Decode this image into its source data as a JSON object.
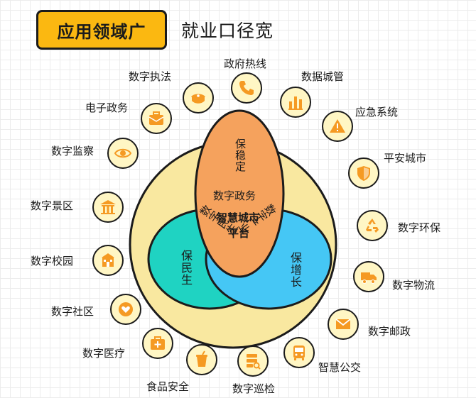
{
  "header": {
    "highlight_title": "应用领域广",
    "subtitle": "就业口径宽"
  },
  "colors": {
    "accent": "#fbb811",
    "big_circle": "#f9e8a0",
    "top_ellipse": "#f5a25d",
    "left_ellipse": "#1fd3c2",
    "right_ellipse": "#45c7f5",
    "icon_orange": "#f59a23"
  },
  "venn": {
    "top_label": "保稳定",
    "left_label": "保民生",
    "right_label": "保增长",
    "top_inner": "数字政务",
    "left_inner": "数字民生",
    "right_inner": "数字产业",
    "center_line1": "智慧城市",
    "center_line2": "平台"
  },
  "applications": [
    {
      "label": "政府热线",
      "icon": "phone-icon"
    },
    {
      "label": "数据城管",
      "icon": "bar-chart-icon"
    },
    {
      "label": "应急系统",
      "icon": "warning-icon"
    },
    {
      "label": "平安城市",
      "icon": "shield-icon"
    },
    {
      "label": "数字环保",
      "icon": "recycle-icon"
    },
    {
      "label": "数字物流",
      "icon": "truck-icon"
    },
    {
      "label": "数字邮政",
      "icon": "mail-icon"
    },
    {
      "label": "智慧公交",
      "icon": "bus-icon"
    },
    {
      "label": "数字巡检",
      "icon": "inspection-icon"
    },
    {
      "label": "食品安全",
      "icon": "drink-icon"
    },
    {
      "label": "数字医疗",
      "icon": "medical-kit-icon"
    },
    {
      "label": "数字社区",
      "icon": "heart-chat-icon"
    },
    {
      "label": "数字校园",
      "icon": "school-icon"
    },
    {
      "label": "数字景区",
      "icon": "temple-icon"
    },
    {
      "label": "数字监察",
      "icon": "eye-icon"
    },
    {
      "label": "电子政务",
      "icon": "briefcase-icon"
    },
    {
      "label": "数字执法",
      "icon": "police-cap-icon"
    }
  ]
}
